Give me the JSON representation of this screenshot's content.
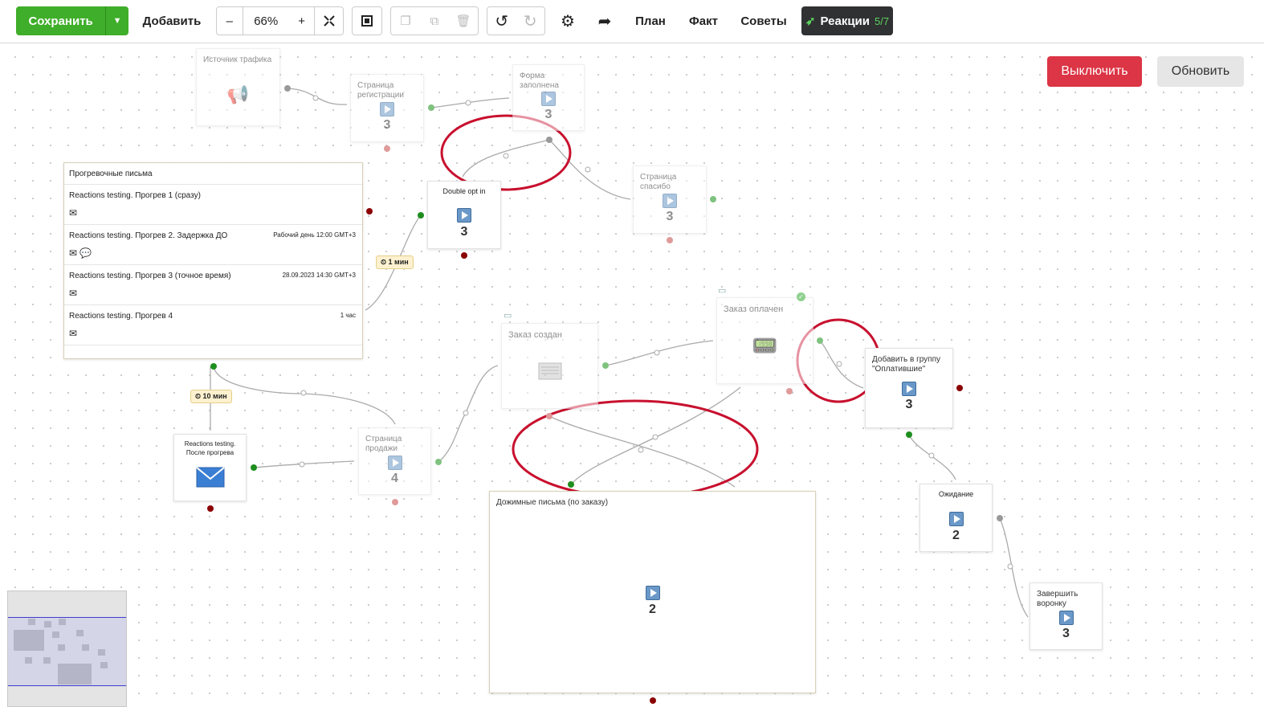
{
  "toolbar": {
    "save_label": "Сохранить",
    "add_label": "Добавить",
    "zoom_minus": "–",
    "zoom_value": "66%",
    "zoom_plus": "+",
    "plan_label": "План",
    "fact_label": "Факт",
    "tips_label": "Советы",
    "reactions_label": "Реакции",
    "reactions_count": "5/7"
  },
  "actions": {
    "disable_label": "Выключить",
    "refresh_label": "Обновить"
  },
  "nodes": {
    "traffic_source": {
      "title": "Источник трафика"
    },
    "reg_page": {
      "title": "Страница регистрации",
      "count": "3"
    },
    "form_filled": {
      "title": "Форма заполнена",
      "count": "3"
    },
    "double_opt": {
      "title": "Double opt in",
      "count": "3"
    },
    "thanks_page": {
      "title": "Страница спасибо",
      "count": "3"
    },
    "warmup": {
      "title": "Прогревочные письма",
      "rows": [
        {
          "label": "Reactions testing. Прогрев 1 (сразу)",
          "right": ""
        },
        {
          "label": "Reactions testing. Прогрев 2. Задержка ДО",
          "right": "Рабочий день 12:00 GMT+3"
        },
        {
          "label": "Reactions testing. Прогрев 3 (точное время)",
          "right": "28.09.2023 14:30 GMT+3"
        },
        {
          "label": "Reactions testing. Прогрев 4",
          "right": "1 час"
        }
      ]
    },
    "after_warmup": {
      "title": "Reactions testing. После прогрева"
    },
    "sales_page": {
      "title": "Страница продажи",
      "count": "4"
    },
    "order_created": {
      "title": "Заказ создан"
    },
    "order_paid": {
      "title": "Заказ оплачен"
    },
    "add_group": {
      "title": "Добавить в группу \"Оплатившие\"",
      "count": "3"
    },
    "waiting": {
      "title": "Ожидание",
      "count": "2"
    },
    "finish": {
      "title": "Завершить воронку",
      "count": "3"
    },
    "followup": {
      "title": "Дожимные письма (по заказу)",
      "count": "2"
    }
  },
  "delays": {
    "one_min": "1 мин",
    "ten_min": "10 мин"
  },
  "colors": {
    "accent_green": "#3fae2a",
    "danger": "#dc3545",
    "annotation_red": "#c8102e"
  }
}
